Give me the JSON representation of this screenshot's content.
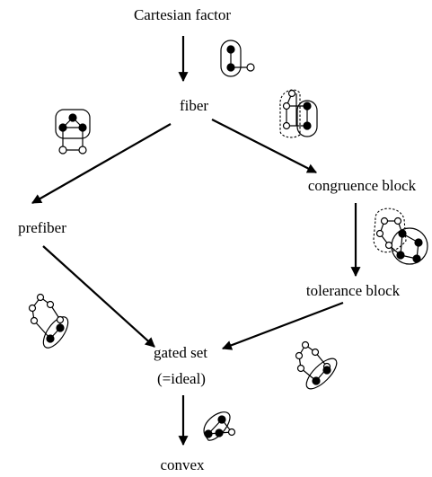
{
  "nodes": {
    "cartesian_factor": "Cartesian factor",
    "fiber": "fiber",
    "congruence_block": "congruence block",
    "prefiber": "prefiber",
    "tolerance_block": "tolerance block",
    "gated_set_line1": "gated set",
    "gated_set_line2": "(=ideal)",
    "convex": "convex"
  },
  "edges": [
    {
      "from": "cartesian_factor",
      "to": "fiber"
    },
    {
      "from": "fiber",
      "to": "prefiber"
    },
    {
      "from": "fiber",
      "to": "congruence_block"
    },
    {
      "from": "congruence_block",
      "to": "tolerance_block"
    },
    {
      "from": "prefiber",
      "to": "gated_set"
    },
    {
      "from": "tolerance_block",
      "to": "gated_set"
    },
    {
      "from": "gated_set",
      "to": "convex"
    }
  ]
}
